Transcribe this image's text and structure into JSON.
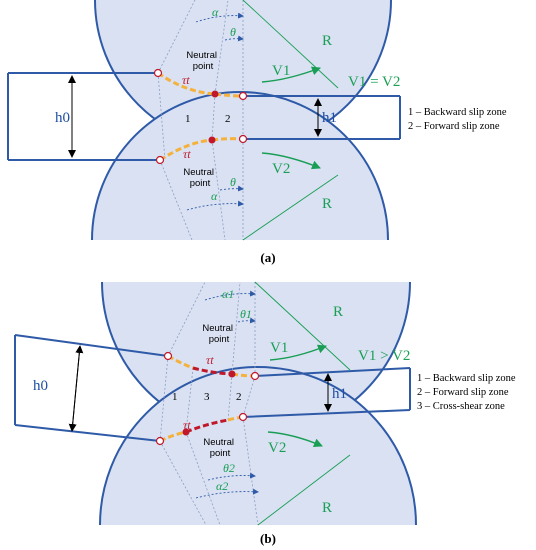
{
  "panel_a": {
    "caption": "(a)",
    "h0": "h0",
    "h1": "h1",
    "alpha": "α",
    "theta": "θ",
    "R_top": "R",
    "R_bottom": "R",
    "V1": "V1",
    "V2": "V2",
    "velocity_relation": "V1 = V2",
    "tau_top": "τt",
    "tau_bottom": "τt",
    "neutral_point_top": [
      "Neutral",
      "point"
    ],
    "neutral_point_bottom": [
      "Neutral",
      "point"
    ],
    "zone_1": "1",
    "zone_2": "2",
    "legend": [
      "1 – Backward slip zone",
      "2 – Forward slip zone"
    ]
  },
  "panel_b": {
    "caption": "(b)",
    "h0": "h0",
    "h1": "h1",
    "alpha_1": "α1",
    "theta_1": "θ1",
    "alpha_2": "α2",
    "theta_2": "θ2",
    "R_top": "R",
    "R_bottom": "R",
    "V1": "V1",
    "V2": "V2",
    "velocity_relation": "V1 > V2",
    "tau_top": "τt",
    "tau_bottom": "τt",
    "neutral_point_top": [
      "Neutral",
      "point"
    ],
    "neutral_point_bottom": [
      "Neutral",
      "point"
    ],
    "zone_1": "1",
    "zone_3": "3",
    "zone_2": "2",
    "legend": [
      "1 – Backward slip zone",
      "2 – Forward slip zone",
      "3 – Cross-shear zone"
    ]
  },
  "colors": {
    "roll_fill": "#d9e1f2",
    "outline": "#2e5aa7",
    "green": "#1a9e55",
    "dimension": "#1f4ea3",
    "backward_slip": "#f4b23c",
    "forward_slip": "#f4b23c",
    "cross_shear": "#c0182a"
  }
}
